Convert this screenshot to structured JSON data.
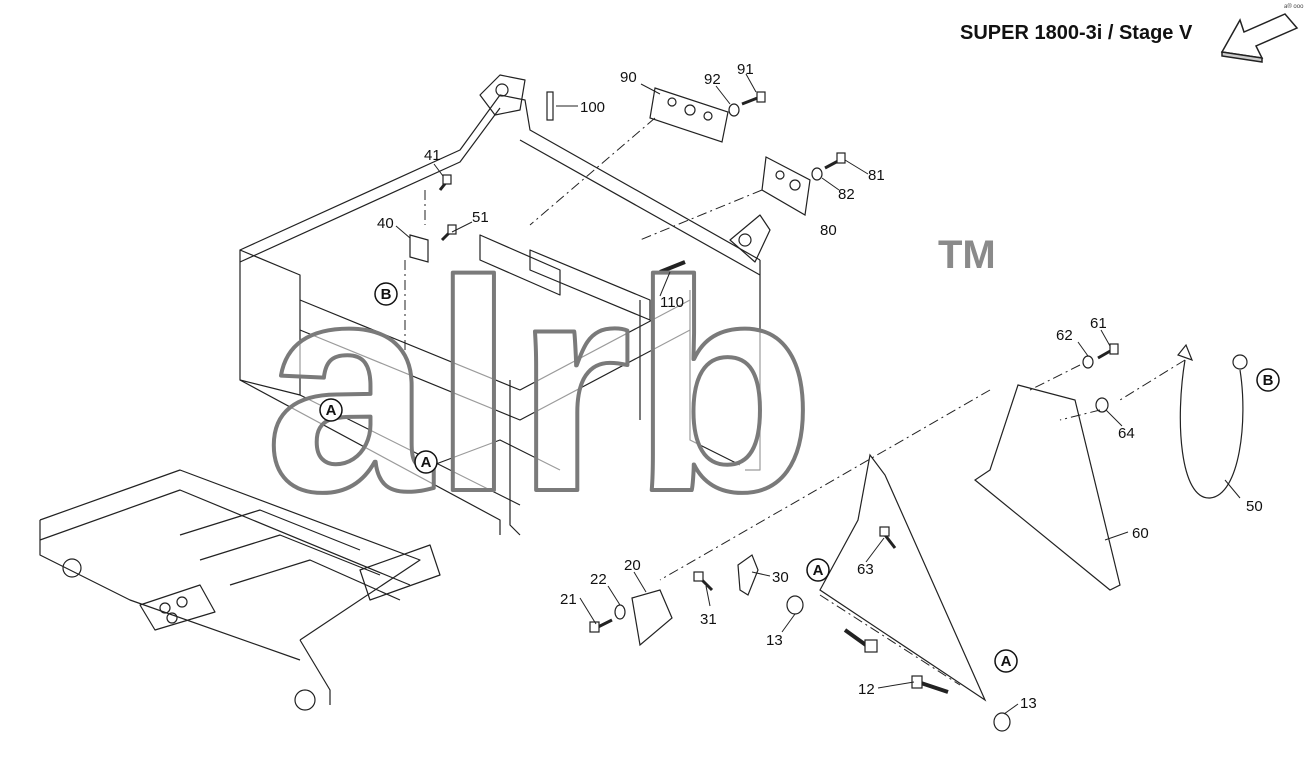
{
  "header": {
    "title": "SUPER 1800-3i / Stage V",
    "corner_text": "a® ooo"
  },
  "watermark": {
    "text": "alrb",
    "tm": "TM"
  },
  "callouts": {
    "c90": "90",
    "c92": "92",
    "c91": "91",
    "c100": "100",
    "c41": "41",
    "c40": "40",
    "c51": "51",
    "c81": "81",
    "c82": "82",
    "c80": "80",
    "c110": "110",
    "c62": "62",
    "c61": "61",
    "c64": "64",
    "c50": "50",
    "c60": "60",
    "c20": "20",
    "c22": "22",
    "c21": "21",
    "c30": "30",
    "c31": "31",
    "c63": "63",
    "c13a": "13",
    "c12": "12",
    "c13b": "13"
  },
  "references": {
    "a": "A",
    "b": "B"
  },
  "colors": {
    "line": "#222222",
    "watermark_outline": "#7a7a7a"
  }
}
